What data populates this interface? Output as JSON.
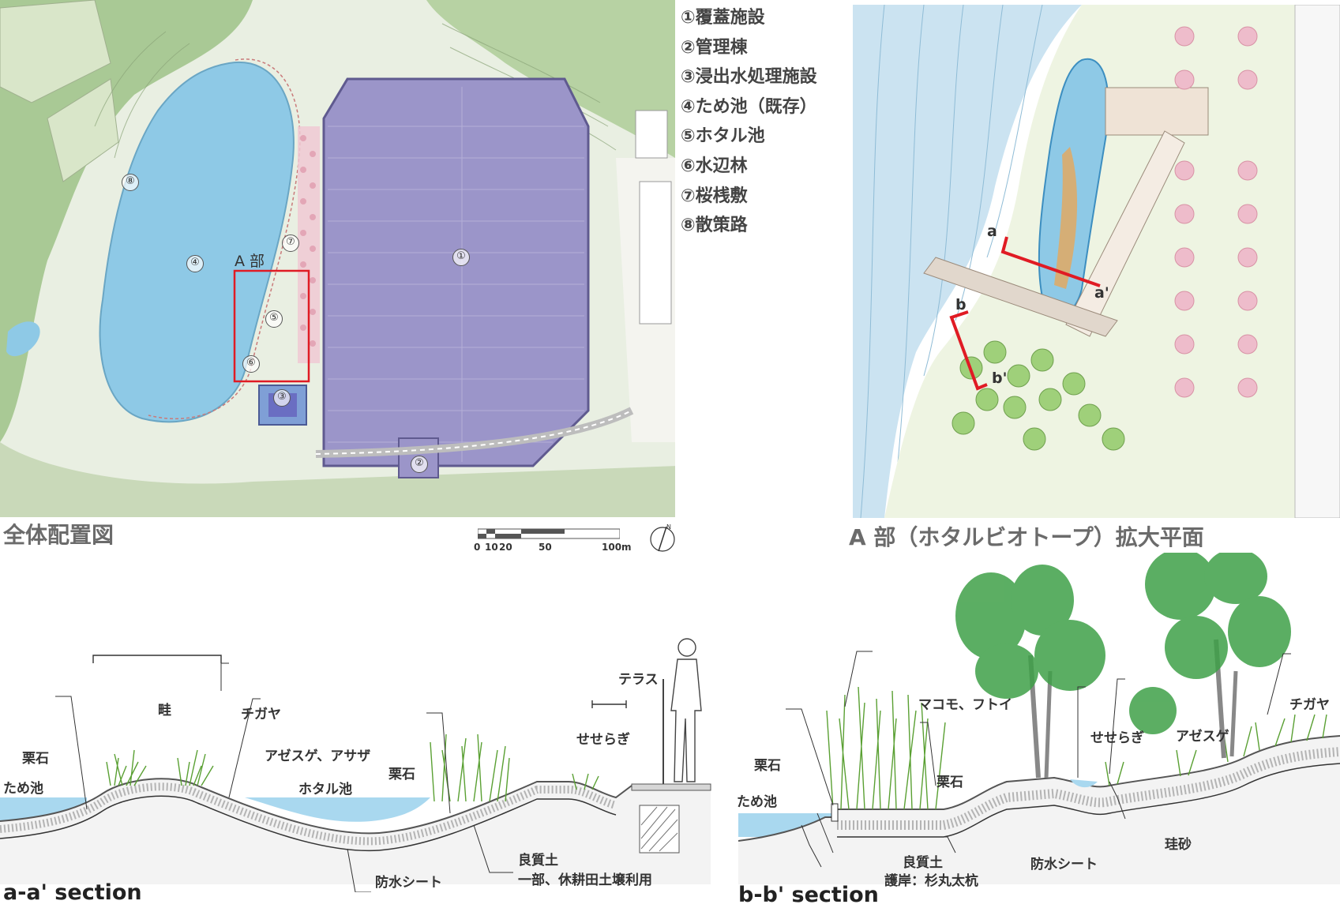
{
  "site_plan": {
    "caption": "全体配置図",
    "area_label": "A 部",
    "markers": [
      "①",
      "②",
      "③",
      "④",
      "⑤",
      "⑥",
      "⑦",
      "⑧"
    ],
    "scale": [
      "0",
      "10",
      "20",
      "50",
      "100m"
    ],
    "north_symbol": "N",
    "legend": [
      "①覆蓋施設",
      "②管理棟",
      "③浸出水処理施設",
      "④ため池（既存）",
      "⑤ホタル池",
      "⑥水辺林",
      "⑦桜桟敷",
      "⑧散策路"
    ]
  },
  "detail_plan": {
    "caption": "A 部（ホタルビオトープ）拡大平面",
    "cut_labels": [
      "a",
      "a'",
      "b",
      "b'"
    ]
  },
  "section_aa": {
    "title": "a-a' section",
    "labels": {
      "aze": "畦",
      "chigaya": "チガヤ",
      "kuriishi_left": "栗石",
      "tameike": "ため池",
      "azesuge_asaza": "アゼスゲ、アサザ",
      "hotaru_ike": "ホタル池",
      "kuriishi_mid": "栗石",
      "seseragi": "せせらぎ",
      "terrace": "テラス",
      "ryoshitsudo": "良質土",
      "kyukoden": "一部、休耕田土壌利用",
      "bousui": "防水シート"
    }
  },
  "section_bb": {
    "title": "b-b' section",
    "labels": {
      "makomo": "マコモ、フトイ",
      "kuriishi_left": "栗石",
      "tameike": "ため池",
      "kuriishi_mid": "栗石",
      "seseragi": "せせらぎ",
      "azesuge": "アゼスゲ",
      "chigaya": "チガヤ",
      "keisha": "珪砂",
      "ryoshitsudo": "良質土",
      "gogan": "護岸：杉丸太杭",
      "bousui": "防水シート"
    }
  },
  "colors": {
    "pond": "#8ec9e6",
    "facility": "#9b95c9",
    "greenery": "#cfe3c0",
    "cut_line": "#e01b24",
    "label_gray": "#6b6b6b"
  }
}
